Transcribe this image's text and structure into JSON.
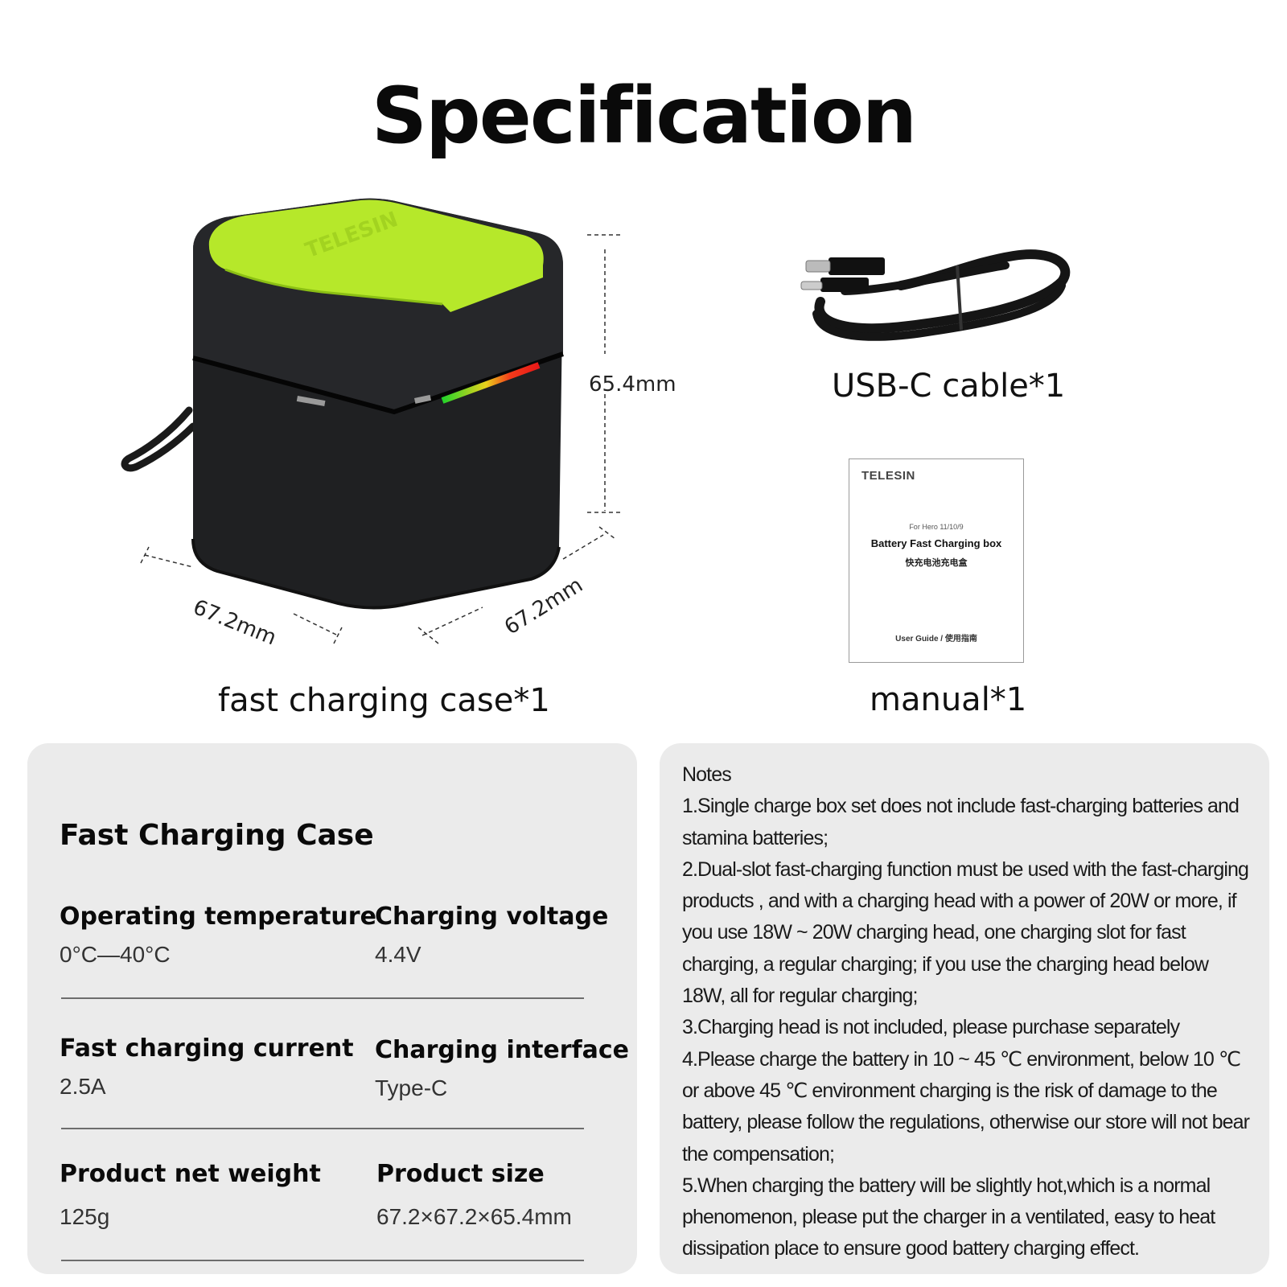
{
  "header": {
    "title": "Specification"
  },
  "products": {
    "case": {
      "caption": "fast charging case*1",
      "lid_brand": "TELESIN",
      "dimensions": {
        "height": "65.4mm",
        "width": "67.2mm",
        "depth": "67.2mm"
      },
      "colors": {
        "lid": "#b6e82a",
        "body": "#1e1f21"
      }
    },
    "cable": {
      "caption": "USB-C cable*1"
    },
    "manual": {
      "caption": "manual*1",
      "brand": "TELESIN",
      "for_model": "For Hero 11/10/9",
      "title": "Battery Fast Charging box",
      "title_cn": "快充电池充电盒",
      "footer": "User Guide / 使用指南"
    }
  },
  "specs": {
    "title": "Fast Charging Case",
    "items": [
      {
        "label": "Operating temperature",
        "value": "0°C—40°C"
      },
      {
        "label": "Charging voltage",
        "value": "4.4V"
      },
      {
        "label": "Fast charging current",
        "value": "2.5A"
      },
      {
        "label": "Charging interface",
        "value": "Type-C"
      },
      {
        "label": "Product net weight",
        "value": "125g"
      },
      {
        "label": "Product size",
        "value": "67.2×67.2×65.4mm"
      }
    ]
  },
  "notes": {
    "title": "Notes",
    "items": [
      "1.Single charge box set does not include fast-charging batteries and stamina batteries;",
      "2.Dual-slot fast-charging function must be used with the fast-charging products , and with a charging head with a power of 20W or more, if you use 18W ~ 20W charging head, one charging slot for fast charging, a regular charging; if you use the charging head below 18W, all for regular charging;",
      "3.Charging head is not included, please purchase separately",
      "4.Please charge the battery in 10 ~ 45 ℃ environment, below 10 ℃ or above 45 ℃ environment charging is the risk of damage to the battery, please follow the regulations, otherwise our store will not bear the compensation;",
      "5.When charging the battery will be slightly hot,which is a normal phenomenon, please put the charger in a ventilated, easy to heat dissipation place to ensure good battery charging effect."
    ]
  }
}
